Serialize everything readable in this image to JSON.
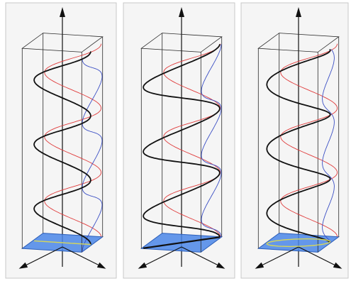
{
  "figure": {
    "panels": [
      {
        "id": "panel-1",
        "polarization": "linear",
        "turns": 3,
        "phase_shift_deg": 0
      },
      {
        "id": "panel-2",
        "polarization": "circular",
        "turns": 3,
        "phase_shift_deg": 90
      },
      {
        "id": "panel-3",
        "polarization": "elliptical",
        "turns": 3,
        "phase_shift_deg": 30
      }
    ],
    "colors": {
      "panel_background": "#f5f5f5",
      "panel_border": "#c8c8c8",
      "box_lines": "#2b2b2b",
      "main_curve": "#111111",
      "x_component": "#e03c3c",
      "y_component": "#3b4fc4",
      "base_square": "#4a86e8",
      "base_square_edge": "#2a5db8",
      "polarization_trace": "#d6d65a",
      "axis": "#111111"
    }
  }
}
